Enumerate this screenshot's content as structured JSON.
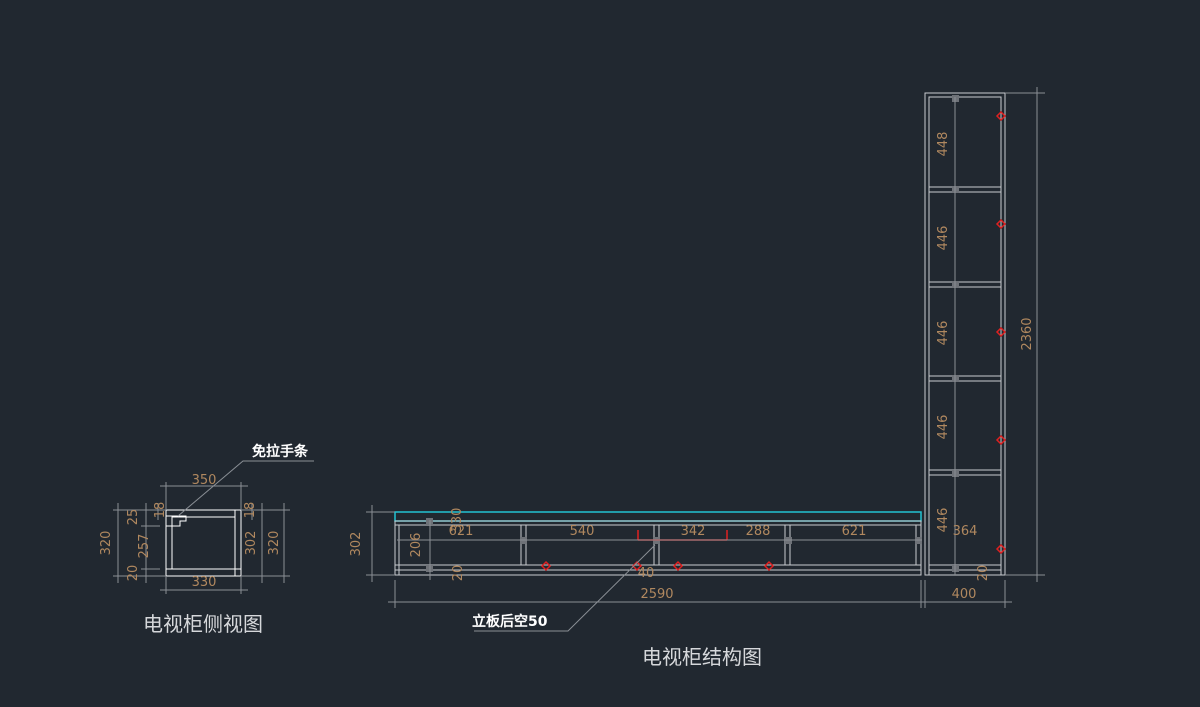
{
  "colors": {
    "background": "#212830",
    "panel_line": "#ffffff",
    "dimension_text": "#b0885f",
    "dimension_line": "#8a8f95",
    "highlight_top": "#22c3d3",
    "hardware_marker": "#e02020",
    "connector": "#6e7278"
  },
  "side_view": {
    "title": "电视柜侧视图",
    "callout_label": "免拉手条",
    "dims": {
      "top_width": "350",
      "bottom_width": "330",
      "left_total_height": "320",
      "left_top": "25",
      "left_middle": "257",
      "left_bottom": "20",
      "left_thickness": "18",
      "right_thickness": "18",
      "right_inner": "302",
      "right_total_height": "320"
    }
  },
  "structure_view": {
    "title": "电视柜结构图",
    "callout_label": "立板后空50",
    "dims": {
      "left_height": "302",
      "inner_height": "206",
      "top_overlay": "330",
      "compartment_1": "621",
      "compartment_2": "540",
      "compartment_3": "342",
      "compartment_4": "288",
      "compartment_5": "621",
      "bottom_left": "20",
      "bottom_center": "40",
      "total_length": "2590",
      "tower_width": "400",
      "tower_inner": "364",
      "tower_bottom": "20",
      "tower_height": "2360",
      "shelf_1": "448",
      "shelf_2": "446",
      "shelf_3": "446",
      "shelf_4": "446",
      "shelf_5": "446"
    }
  }
}
